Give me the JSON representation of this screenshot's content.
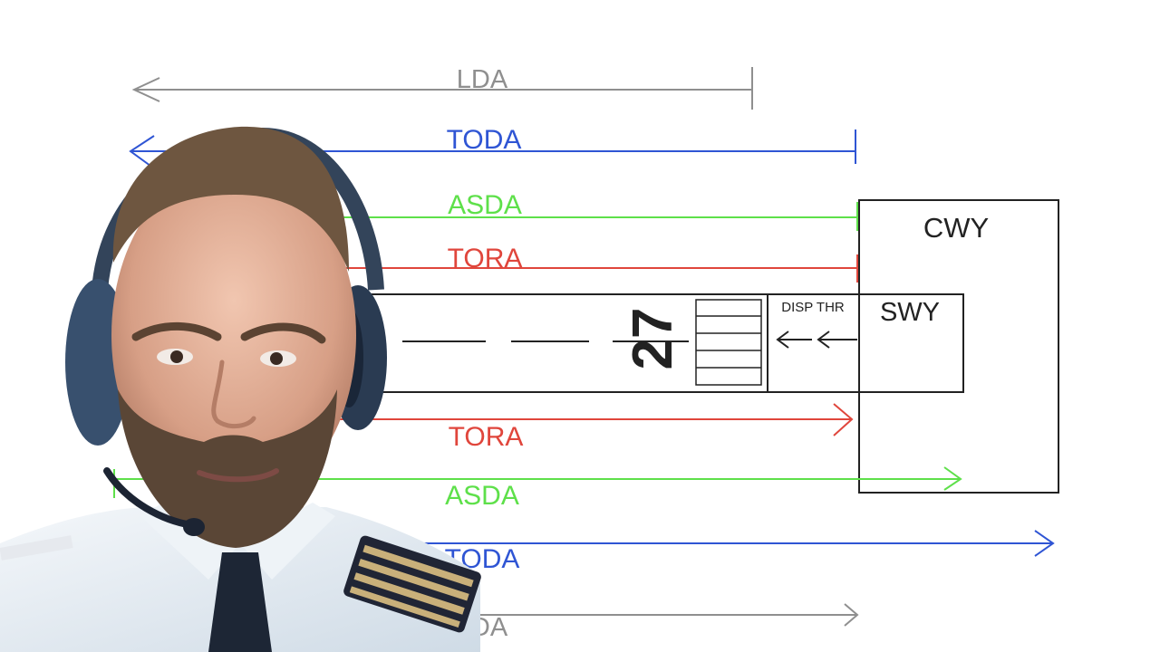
{
  "labels": {
    "lda_top": "LDA",
    "toda_top": "TODA",
    "asda_top": "ASDA",
    "tora_top": "TORA",
    "cwy": "CWY",
    "swy": "SWY",
    "disp_thr": "DISP THR",
    "runway_number": "27",
    "tora_bottom": "TORA",
    "asda_bottom": "ASDA",
    "toda_bottom": "TODA",
    "lda_bottom": "LDA"
  },
  "colors": {
    "lda": "#8f8f8f",
    "toda": "#2f55d4",
    "asda": "#5ee04a",
    "tora": "#e0463c",
    "ink": "#222222"
  },
  "icons": [
    "pilot-portrait",
    "arrow-left-icon",
    "arrow-right-icon"
  ]
}
